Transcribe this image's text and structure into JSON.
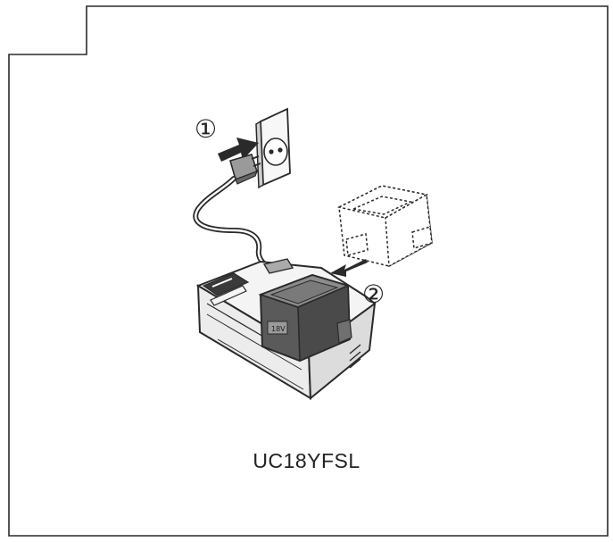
{
  "steps": {
    "step1": "①",
    "step2": "②"
  },
  "caption": {
    "model": "UC18YFSL"
  },
  "colors": {
    "line": "#2a2a2a",
    "fill_dark": "#555555",
    "fill_mid": "#8a8a8a",
    "fill_light": "#e8e8e8",
    "paper": "#ffffff"
  }
}
